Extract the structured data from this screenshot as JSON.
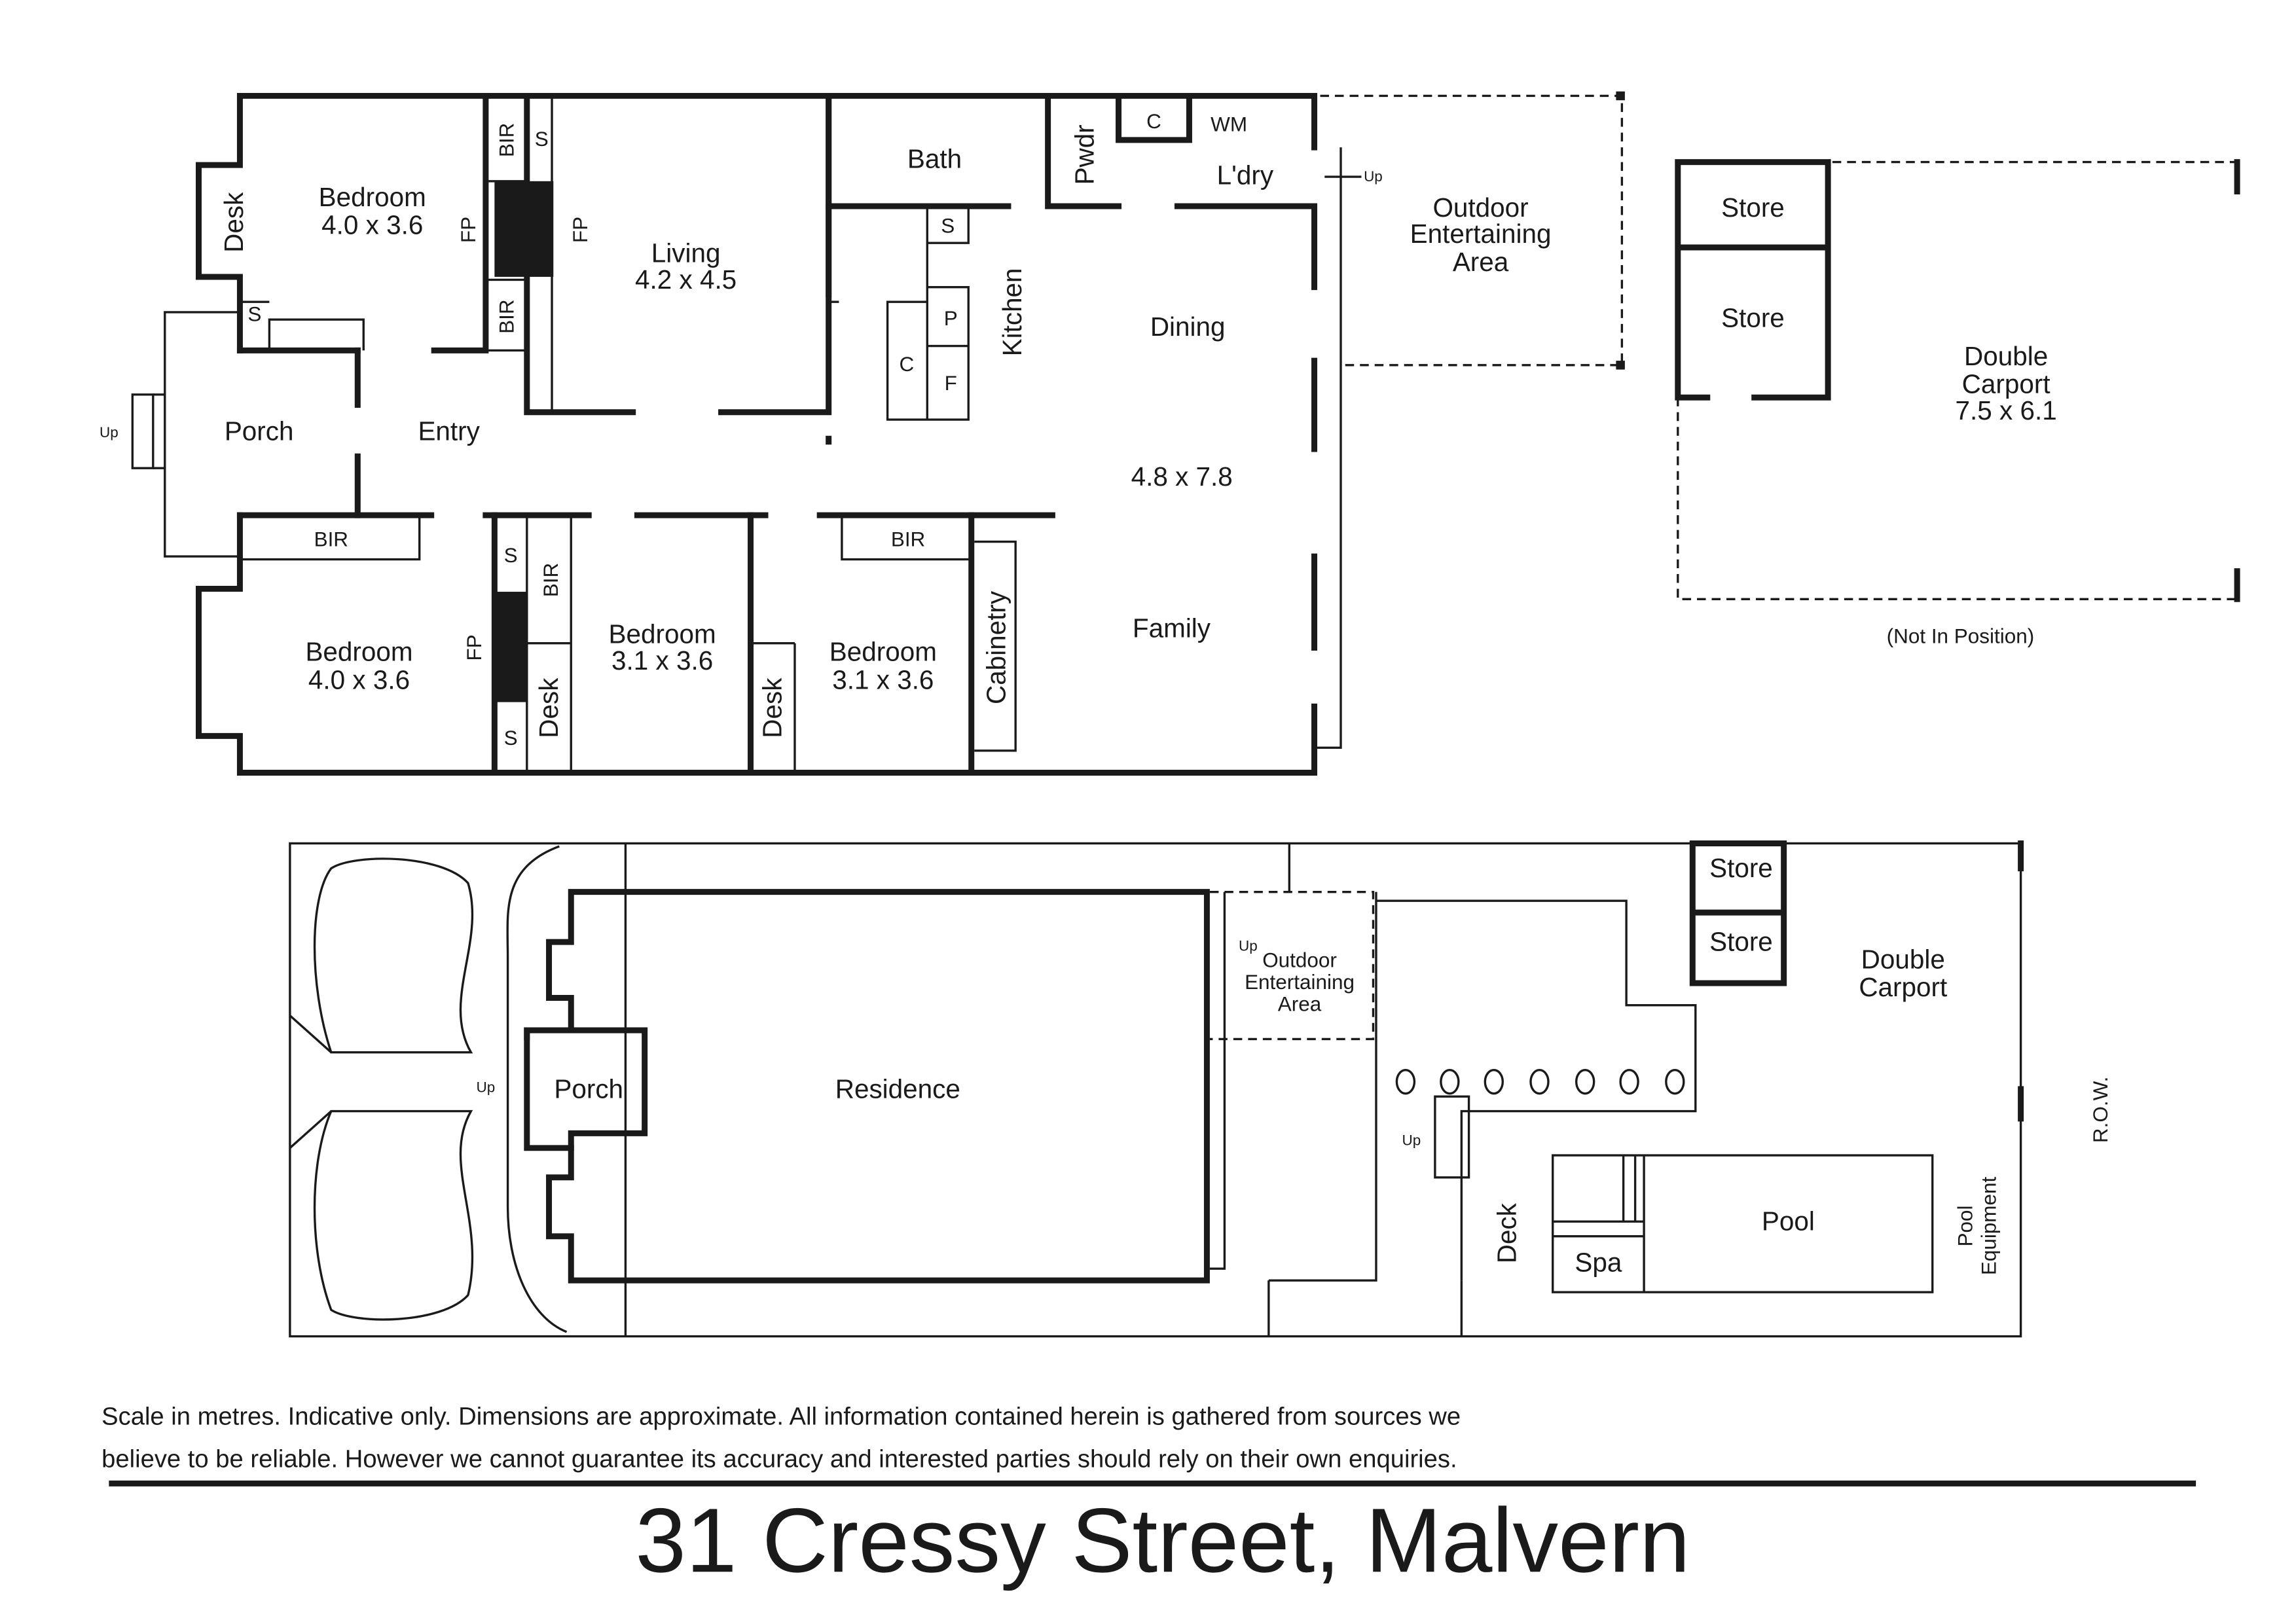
{
  "floor_plan": {
    "rooms": {
      "bedroom1": {
        "name": "Bedroom",
        "size": "4.0 x 3.6"
      },
      "living": {
        "name": "Living",
        "size": "4.2 x 4.5"
      },
      "bath": "Bath",
      "powder": "Pwdr",
      "laundry": "L'dry",
      "cupboard": "C",
      "wm": "WM",
      "kitchen": "Kitchen",
      "dining": "Dining",
      "dining_family_size": "4.8 x 7.8",
      "family": "Family",
      "porch": "Porch",
      "entry": "Entry",
      "bedroom2": {
        "name": "Bedroom",
        "size": "4.0 x 3.6"
      },
      "bedroom3": {
        "name": "Bedroom",
        "size": "3.1 x 3.6"
      },
      "bedroom4": {
        "name": "Bedroom",
        "size": "3.1 x 3.6"
      },
      "cabinetry": "Cabinetry",
      "outdoor": [
        "Outdoor",
        "Entertaining",
        "Area"
      ],
      "store1": "Store",
      "store2": "Store",
      "carport": [
        "Double",
        "Carport",
        "7.5 x 6.1"
      ],
      "not_in_position": "(Not In Position)"
    },
    "fixtures": {
      "bir": "BIR",
      "s": "S",
      "fp": "FP",
      "desk": "Desk",
      "p": "P",
      "f": "F",
      "c": "C",
      "up": "Up"
    }
  },
  "site_plan": {
    "porch": "Porch",
    "residence": "Residence",
    "outdoor": [
      "Outdoor",
      "Entertaining",
      "Area"
    ],
    "store1": "Store",
    "store2": "Store",
    "carport": [
      "Double",
      "Carport"
    ],
    "row": "R.O.W.",
    "deck": "Deck",
    "pool": "Pool",
    "spa": "Spa",
    "pool_equipment": [
      "Pool",
      "Equipment"
    ],
    "up": "Up"
  },
  "disclaimer": [
    "Scale in metres. Indicative only. Dimensions are approximate. All information contained herein is gathered from sources we",
    "believe to be reliable. However we cannot guarantee its accuracy and interested parties should rely on their own enquiries."
  ],
  "address": "31 Cressy Street, Malvern"
}
